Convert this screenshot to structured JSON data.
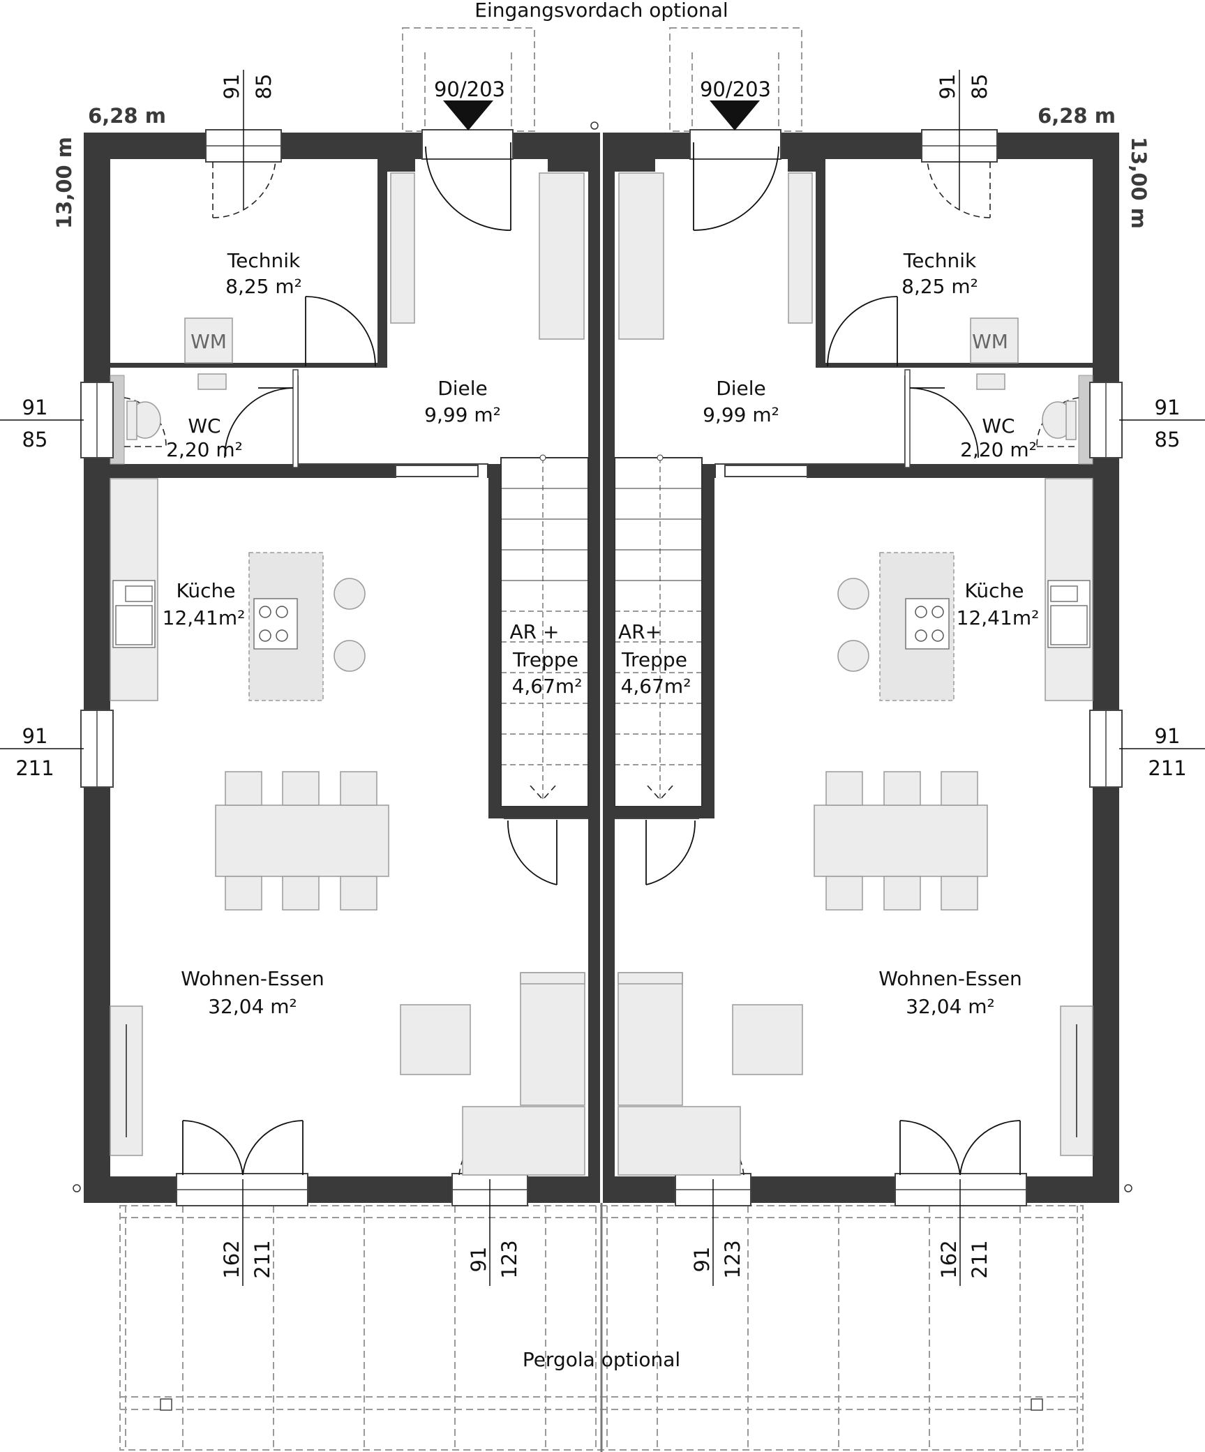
{
  "labels": {
    "entrance_canopy": "Eingangsvordach optional",
    "pergola": "Pergola optional",
    "width_left": "6,28 m",
    "width_right": "6,28 m",
    "depth_left": "13,00 m",
    "depth_right": "13,00 m"
  },
  "units": {
    "left": {
      "technik_name": "Technik",
      "technik_area": "8,25 m²",
      "wm": "WM",
      "diele_name": "Diele",
      "diele_area": "9,99 m²",
      "wc_name": "WC",
      "wc_area": "2,20 m²",
      "kueche_name": "Küche",
      "kueche_area": "12,41m²",
      "treppe_l1": "AR +",
      "treppe_l2": "Treppe",
      "treppe_area": "4,67m²",
      "wohnen_name": "Wohnen-Essen",
      "wohnen_area": "32,04 m²"
    },
    "right": {
      "technik_name": "Technik",
      "technik_area": "8,25 m²",
      "wm": "WM",
      "diele_name": "Diele",
      "diele_area": "9,99 m²",
      "wc_name": "WC",
      "wc_area": "2,20 m²",
      "kueche_name": "Küche",
      "kueche_area": "12,41m²",
      "treppe_l1": "AR+",
      "treppe_l2": "Treppe",
      "treppe_area": "4,67m²",
      "wohnen_name": "Wohnen-Essen",
      "wohnen_area": "32,04 m²"
    }
  },
  "openings": {
    "entry_door_left": "90/203",
    "entry_door_right": "90/203",
    "technik_window_left": [
      "91",
      "85"
    ],
    "technik_window_right": [
      "91",
      "85"
    ],
    "wc_window_left": [
      "91",
      "85"
    ],
    "wc_window_right": [
      "91",
      "85"
    ],
    "kitchen_window_left": [
      "91",
      "211"
    ],
    "kitchen_window_right": [
      "91",
      "211"
    ],
    "terrace_door_left": [
      "162",
      "211"
    ],
    "terrace_door_right": [
      "162",
      "211"
    ],
    "living_window_left": [
      "91",
      "123"
    ],
    "living_window_right": [
      "91",
      "123"
    ]
  },
  "colors": {
    "wall": "#3a3a3a",
    "furniture": "#ececec",
    "line": "#111111"
  }
}
